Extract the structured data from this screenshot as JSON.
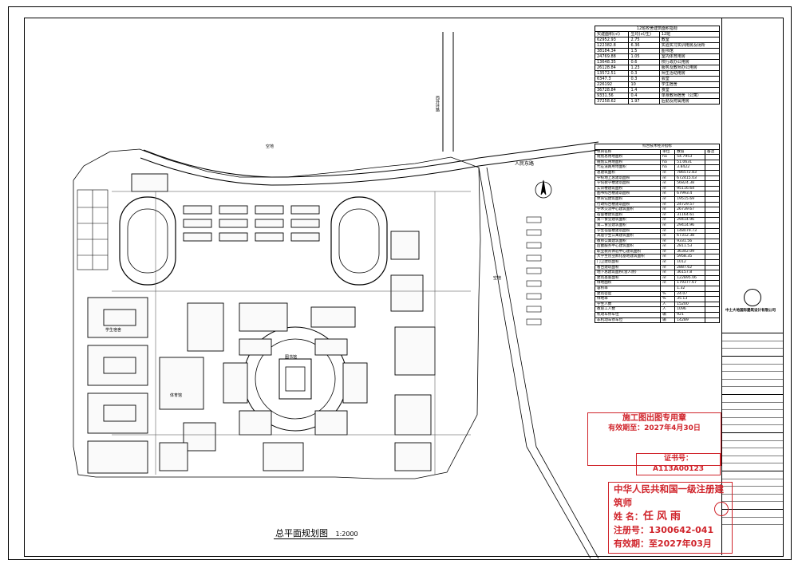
{
  "plan_title": "总平面规划图",
  "plan_scale": "1:2000",
  "road_east": "人民东路",
  "road_west": "西外环路",
  "map_labels": {
    "open_space_1": "空地",
    "open_space_2": "空地",
    "dorm": "学生宿舍",
    "gym": "体育馆",
    "library": "图书馆"
  },
  "table1": {
    "title": "12班校舍建筑面积指标",
    "head": [
      "实建面积(㎡)",
      "生均(㎡/生)",
      "12班"
    ],
    "rows": [
      [
        "62952.93",
        "2.75",
        "教室"
      ],
      [
        "122382.8",
        "6.36",
        "实验实习实训用房及场所"
      ],
      [
        "38184.34",
        "1.5",
        "图书馆"
      ],
      [
        "24769.88",
        "1.05",
        "室内体育用房"
      ],
      [
        "13648.35",
        "0.6",
        "校行政办公用房"
      ],
      [
        "26128.84",
        "1.23",
        "服务及教师办公用房"
      ],
      [
        "13572.51",
        "0.3",
        "师生活动用房"
      ],
      [
        "6347.3",
        "0.3",
        "会堂"
      ],
      [
        "226192",
        "10",
        "学生宿舍"
      ],
      [
        "36728.84",
        "1.4",
        "食堂"
      ],
      [
        "9331.56",
        "0.4",
        "单身教师宿舍（公寓）"
      ],
      [
        "37258.62",
        "1.97",
        "后勤及附属用房"
      ]
    ]
  },
  "table2": {
    "title": "综合技术经济指标",
    "head": [
      "项目名称",
      "单位",
      "数值",
      "备注"
    ],
    "rows": [
      [
        "规划总用地面积",
        "ha",
        "54.7953",
        ""
      ],
      [
        "规划实用地面积",
        "ha",
        "51.0631",
        ""
      ],
      [
        "代征道路用地面积",
        "ha",
        "3.8422",
        ""
      ],
      [
        "总建筑面积",
        "㎡",
        "786572.83",
        ""
      ],
      [
        "学校地上总建筑面积",
        "㎡",
        "672415.03",
        ""
      ],
      [
        "学院教学楼建筑面积",
        "㎡",
        "56824.38",
        ""
      ],
      [
        "实训楼建筑面积",
        "㎡",
        "95116.64",
        ""
      ],
      [
        "图书综合楼建筑面积",
        "㎡",
        "67993.4",
        ""
      ],
      [
        "体育馆建筑面积",
        "㎡",
        "19515.69",
        ""
      ],
      [
        "行政综合楼建筑面积",
        "㎡",
        "24729.57",
        ""
      ],
      [
        "学术交流中心建筑面积",
        "㎡",
        "26739.67",
        ""
      ],
      [
        "宿舍楼建筑面积",
        "㎡",
        "31164.61",
        ""
      ],
      [
        "第一食堂建筑面积",
        "㎡",
        "29414.96",
        ""
      ],
      [
        "第二食堂建筑面积",
        "㎡",
        "29414.96",
        ""
      ],
      [
        "学生宿舍楼建筑面积",
        "㎡",
        "148079.73",
        ""
      ],
      [
        "高层学生公寓建筑面积",
        "㎡",
        "67312.38",
        ""
      ],
      [
        "教师公寓建筑面积",
        "㎡",
        "9331.56",
        ""
      ],
      [
        "后勤服务中心建筑面积",
        "㎡",
        "2811.53",
        ""
      ],
      [
        "职业教育体验中心建筑面积",
        "㎡",
        "36342.09",
        ""
      ],
      [
        "大学生创业孵化基地建筑面积",
        "㎡",
        "5958.35",
        ""
      ],
      [
        "门卫建筑面积",
        "㎡",
        "1012",
        ""
      ],
      [
        "看台建筑面积",
        "㎡",
        "2887.62",
        ""
      ],
      [
        "地下总建筑面积(含人防)",
        "㎡",
        "36157.8",
        ""
      ],
      [
        "建筑基底面积",
        "㎡",
        "122895.06",
        ""
      ],
      [
        "绿地面积",
        "㎡",
        "179377.67",
        ""
      ],
      [
        "容积率",
        "",
        "1.32",
        ""
      ],
      [
        "建筑密度",
        "%",
        "24.07",
        ""
      ],
      [
        "绿地率",
        "%",
        "35.13",
        ""
      ],
      [
        "学生人数",
        "人",
        "15200",
        ""
      ],
      [
        "教职工人数",
        "人",
        "1096",
        ""
      ],
      [
        "机动车停车位",
        "辆",
        "921",
        ""
      ],
      [
        "非机动车停车位",
        "辆",
        "14289",
        ""
      ]
    ]
  },
  "title_block": {
    "company": "中土大地国际建筑设计有限公司"
  },
  "stamp_small": {
    "line1": "施工图出图专用章",
    "line2": "有效期至：2027年4月30日",
    "cert": "证书号：A113A00123"
  },
  "stamp_large": {
    "title": "中华人民共和国一级注册建筑师",
    "name_label": "姓 名：",
    "name": "任风雨",
    "reg_label": "注册号：",
    "reg": "1300642-041",
    "valid_label": "有效期：",
    "valid": "至2027年03月"
  },
  "colors": {
    "stamp_red": "#d0242b",
    "line": "#000000"
  }
}
